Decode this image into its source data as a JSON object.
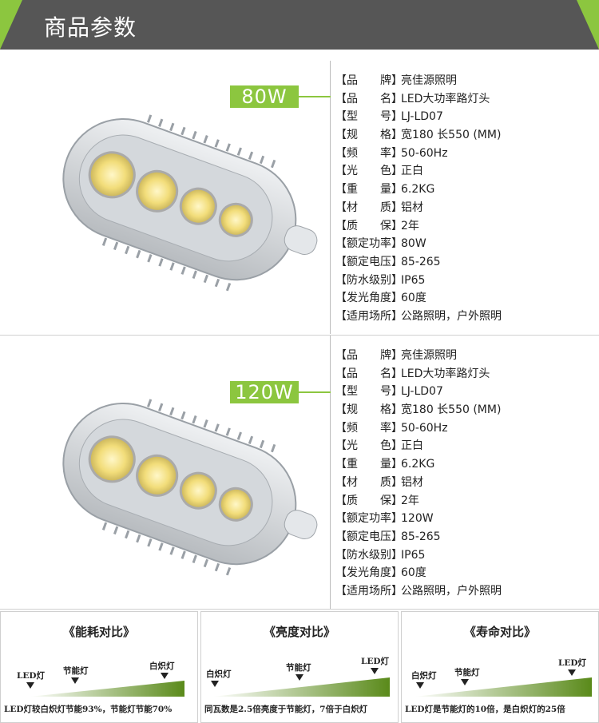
{
  "header": {
    "title": "商品参数"
  },
  "products": [
    {
      "watt": "80W",
      "specs": [
        {
          "label": "【品　　牌】",
          "value": "亮佳源照明"
        },
        {
          "label": "【品　　名】",
          "value": "LED大功率路灯头"
        },
        {
          "label": "【型　　号】",
          "value": "LJ-LD07"
        },
        {
          "label": "【规　　格】",
          "value": "宽180 长550 (MM)"
        },
        {
          "label": "【频　　率】",
          "value": "50-60Hz"
        },
        {
          "label": "【光　　色】",
          "value": "正白"
        },
        {
          "label": "【重　　量】",
          "value": "6.2KG"
        },
        {
          "label": "【材　　质】",
          "value": "铝材"
        },
        {
          "label": "【质　　保】",
          "value": "2年"
        },
        {
          "label": "【额定功率】",
          "value": "80W"
        },
        {
          "label": "【额定电压】",
          "value": "85-265"
        },
        {
          "label": "【防水级别】",
          "value": "IP65"
        },
        {
          "label": "【发光角度】",
          "value": "60度"
        },
        {
          "label": "【适用场所】",
          "value": "公路照明，户外照明"
        }
      ]
    },
    {
      "watt": "120W",
      "specs": [
        {
          "label": "【品　　牌】",
          "value": "亮佳源照明"
        },
        {
          "label": "【品　　名】",
          "value": "LED大功率路灯头"
        },
        {
          "label": "【型　　号】",
          "value": "LJ-LD07"
        },
        {
          "label": "【规　　格】",
          "value": "宽180 长550 (MM)"
        },
        {
          "label": "【频　　率】",
          "value": "50-60Hz"
        },
        {
          "label": "【光　　色】",
          "value": "正白"
        },
        {
          "label": "【重　　量】",
          "value": "6.2KG"
        },
        {
          "label": "【材　　质】",
          "value": "铝材"
        },
        {
          "label": "【质　　保】",
          "value": "2年"
        },
        {
          "label": "【额定功率】",
          "value": "120W"
        },
        {
          "label": "【额定电压】",
          "value": "85-265"
        },
        {
          "label": "【防水级别】",
          "value": "IP65"
        },
        {
          "label": "【发光角度】",
          "value": "60度"
        },
        {
          "label": "【适用场所】",
          "value": "公路照明，户外照明"
        }
      ]
    }
  ],
  "comparisons": [
    {
      "title": "《能耗对比》",
      "labels": [
        "LED灯",
        "节能灯",
        "白炽灯"
      ],
      "caption": "LED灯较白炽灯节能93%，节能灯节能70%"
    },
    {
      "title": "《亮度对比》",
      "labels": [
        "白炽灯",
        "节能灯",
        "LED灯"
      ],
      "caption": "同瓦数是2.5倍亮度于节能灯，7倍于白炽灯"
    },
    {
      "title": "《寿命对比》",
      "labels": [
        "白炽灯",
        "节能灯",
        "LED灯"
      ],
      "caption": "LED灯是节能灯的10倍，是白炽灯的25倍"
    }
  ],
  "colors": {
    "header_bg": "#565656",
    "accent_green": "#8cc63f",
    "gradient_dark": "#5a8a1a"
  }
}
